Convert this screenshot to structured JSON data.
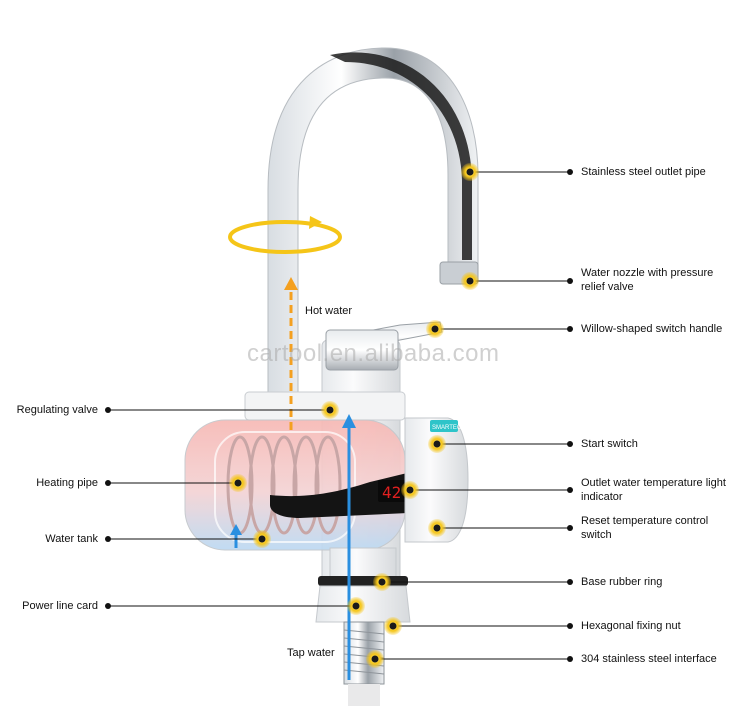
{
  "watermark": "cartool.en.alibaba.com",
  "labels_right": [
    {
      "id": "outlet-pipe",
      "text": "Stainless steel outlet pipe"
    },
    {
      "id": "water-nozzle",
      "text": "Water nozzle with pressure relief valve"
    },
    {
      "id": "switch-handle",
      "text": "Willow-shaped switch handle"
    },
    {
      "id": "start-switch",
      "text": "Start switch"
    },
    {
      "id": "temp-light",
      "text": "Outlet water temperature light indicator"
    },
    {
      "id": "reset-switch",
      "text": "Reset temperature control switch"
    },
    {
      "id": "rubber-ring",
      "text": "Base rubber ring"
    },
    {
      "id": "fixing-nut",
      "text": "Hexagonal fixing nut"
    },
    {
      "id": "steel-interface",
      "text": "304 stainless steel interface"
    }
  ],
  "labels_left": [
    {
      "id": "regulating-valve",
      "text": "Regulating valve"
    },
    {
      "id": "heating-pipe",
      "text": "Heating pipe"
    },
    {
      "id": "water-tank",
      "text": "Water tank"
    },
    {
      "id": "power-card",
      "text": "Power line card"
    }
  ],
  "flow_labels": {
    "hot_water": "Hot water",
    "tap_water": "Tap water"
  },
  "display_reading": "42",
  "brand_strip": "SMARTEC",
  "colors": {
    "callout_dot": "#f5c518",
    "hot_flow": "#f4a020",
    "cold_flow": "#2a8fe0",
    "display": "#e02020",
    "chrome_dark": "#1a1a1a"
  }
}
